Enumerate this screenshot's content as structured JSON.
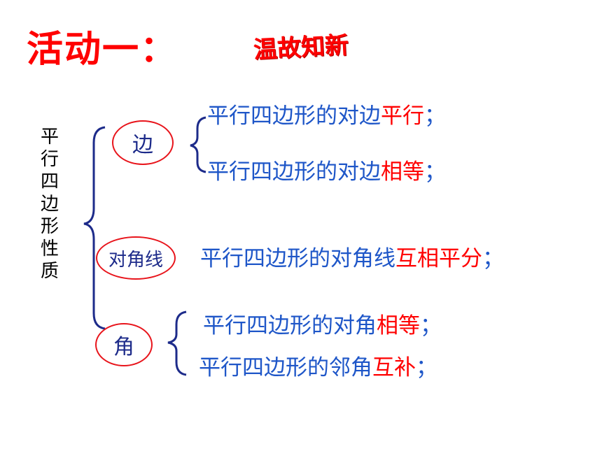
{
  "slide": {
    "title": "活动一：",
    "subtitle": "温故知新",
    "topic_chars": [
      "平",
      "行",
      "四",
      "边",
      "形",
      "性",
      "质"
    ],
    "categories": [
      {
        "label": "边"
      },
      {
        "label": "对角线"
      },
      {
        "label": "角"
      }
    ],
    "properties": [
      {
        "prefix": "平行四边形的对边",
        "highlight": "平行",
        "suffix": "；"
      },
      {
        "prefix": "平行四边形的对边",
        "highlight": "相等",
        "suffix": "；"
      },
      {
        "prefix": "平行四边形的对角线",
        "highlight": "互相平分",
        "suffix": "；"
      },
      {
        "prefix": "平行四边形的对角",
        "highlight": "相等",
        "suffix": "；"
      },
      {
        "prefix": "平行四边形的邻角",
        "highlight": "互补",
        "suffix": "；"
      }
    ],
    "colors": {
      "title": "#ff0000",
      "property_text": "#1e56c8",
      "highlight": "#ff0000",
      "brace": "#1d2b8a",
      "circle": "#e8141b"
    }
  }
}
